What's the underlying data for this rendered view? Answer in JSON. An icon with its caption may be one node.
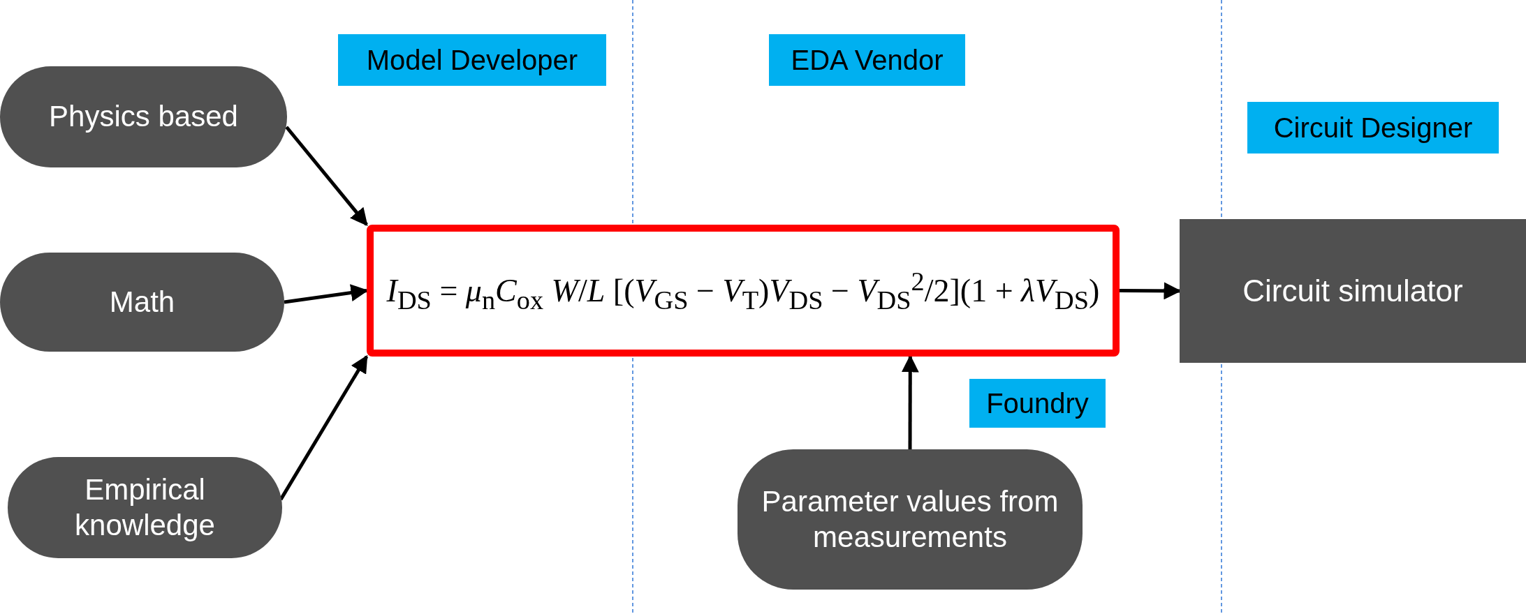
{
  "diagram": {
    "nodes": [
      {
        "text": [
          "Model Developer"
        ]
      },
      {
        "text": [
          "EDA Vendor"
        ]
      },
      {
        "text": [
          "Circuit Designer"
        ]
      },
      {
        "text": [
          "Physics based"
        ]
      },
      {
        "text": [
          "Math"
        ]
      },
      {
        "text": [
          "Empirical knowledge"
        ]
      },
      {
        "text": [
          "*I*$_{DS}$ = *μ*$_{n}$*C*$_{ox}$ *W*/*L* [(*V*$_{GS}$ − *V*$_{T}$)*V*$_{DS}$ − *V*$_{DS}$$^{2}$/2](1 + *λV*$_{DS}$)"
        ]
      },
      {
        "text": [
          "Circuit simulator"
        ]
      },
      {
        "text": [
          "Foundry"
        ]
      },
      {
        "text": [
          "Parameter values from measurements"
        ]
      }
    ],
    "edges": [
      {
        "from": 3,
        "to": 6,
        "arrow": "to"
      },
      {
        "from": 4,
        "to": 6,
        "arrow": "to"
      },
      {
        "from": 5,
        "to": 6,
        "arrow": "to"
      },
      {
        "from": 6,
        "to": 7,
        "arrow": "to"
      },
      {
        "from": 9,
        "to": 6,
        "arrow": "to"
      }
    ]
  }
}
